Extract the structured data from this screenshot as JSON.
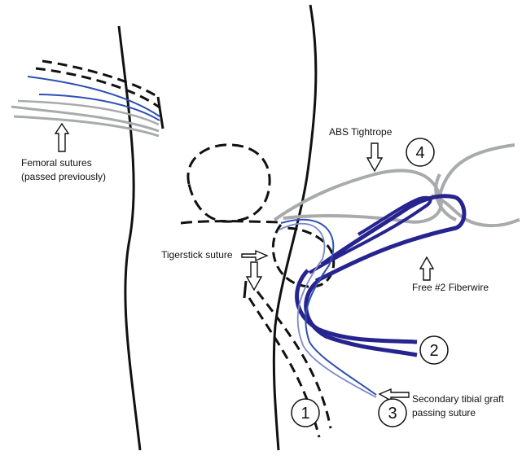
{
  "labels": {
    "femoral_line1": "Femoral sutures",
    "femoral_line2": "(passed previously)",
    "abs": "ABS Tightrope",
    "tigerstick": "Tigerstick suture",
    "fiberwire": "Free #2 Fiberwire",
    "secondary_line1": "Secondary tibial graft",
    "secondary_line2": "passing suture"
  },
  "numbers": {
    "n1": "1",
    "n2": "2",
    "n3": "3",
    "n4": "4"
  },
  "colors": {
    "outline": "#111111",
    "dark_blue": "#27248f",
    "mid_blue": "#2f4fb5",
    "gray": "#a8aaac",
    "arrow_fill": "#ffffff"
  }
}
